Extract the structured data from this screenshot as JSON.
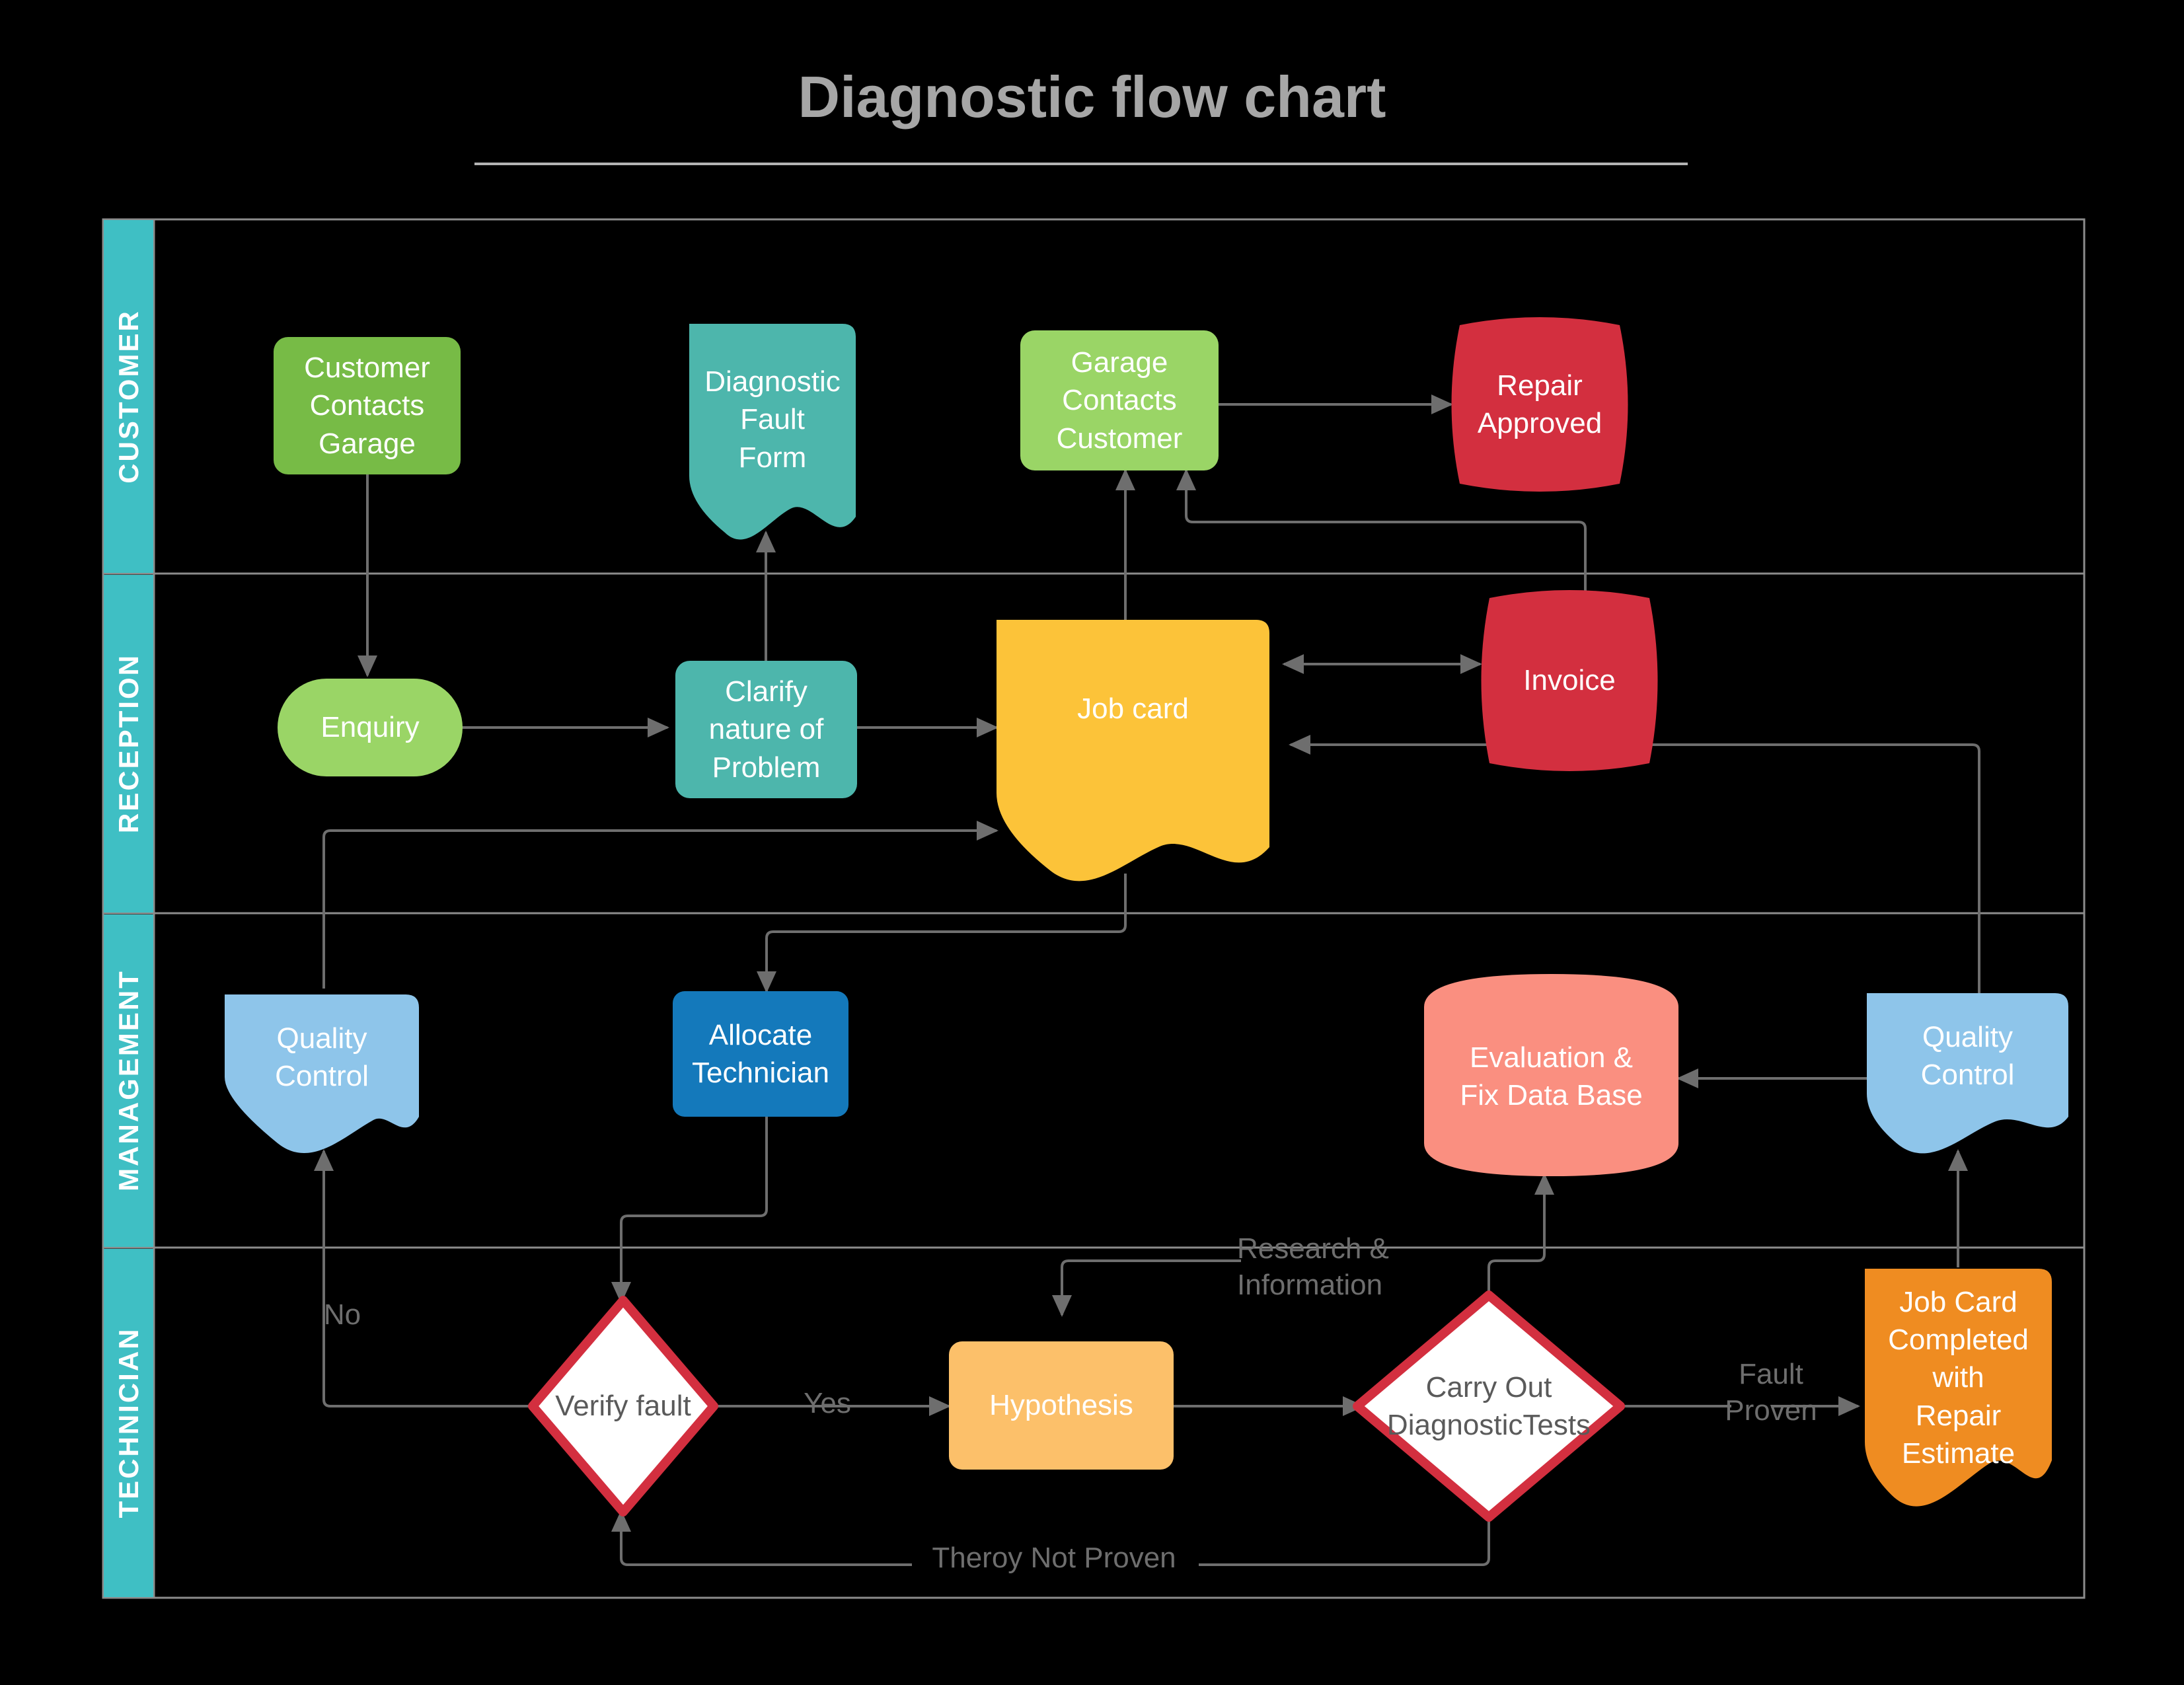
{
  "title": "Diagnostic flow chart",
  "colors": {
    "background": "#000000",
    "title_text": "#a6a6a6",
    "lane_bar": "#3fbfc4",
    "frame_line": "#8c8c8c",
    "connector": "#6e6e6e",
    "green_dark": "#77bb46",
    "green_light": "#9ad566",
    "teal": "#4db6ac",
    "red": "#d32f3f",
    "amber": "#fcc339",
    "blue_light": "#8ec5ea",
    "blue_dark": "#1479bb",
    "salmon": "#fa8f80",
    "orange_light": "#fcc06a",
    "orange": "#ef8c21",
    "diamond_fill": "#ffffff",
    "diamond_border": "#d32f3f",
    "diamond_text": "#5a5a5a"
  },
  "lanes": [
    {
      "id": "customer",
      "label": "CUSTOMER"
    },
    {
      "id": "reception",
      "label": "RECEPTION"
    },
    {
      "id": "management",
      "label": "MANAGEMENT"
    },
    {
      "id": "technician",
      "label": "TECHNICIAN"
    }
  ],
  "nodes": [
    {
      "id": "customer-contacts-garage",
      "label": "Customer\nContacts\nGarage",
      "lane": "customer",
      "shape": "rounded-rect",
      "color": "#77bb46"
    },
    {
      "id": "diagnostic-fault-form",
      "label": "Diagnostic\nFault\nForm",
      "lane": "customer",
      "shape": "document",
      "color": "#4db6ac"
    },
    {
      "id": "garage-contacts-customer",
      "label": "Garage\nContacts\nCustomer",
      "lane": "customer",
      "shape": "rounded-rect",
      "color": "#9ad566"
    },
    {
      "id": "repair-approved",
      "label": "Repair\nApproved",
      "lane": "customer",
      "shape": "barrel",
      "color": "#d32f3f"
    },
    {
      "id": "enquiry",
      "label": "Enquiry",
      "lane": "reception",
      "shape": "pill",
      "color": "#9ad566"
    },
    {
      "id": "clarify-nature-of-problem",
      "label": "Clarify\nnature of\nProblem",
      "lane": "reception",
      "shape": "rounded-rect",
      "color": "#4db6ac"
    },
    {
      "id": "job-card",
      "label": "Job card",
      "lane": "reception",
      "shape": "document",
      "color": "#fcc339"
    },
    {
      "id": "invoice",
      "label": "Invoice",
      "lane": "reception",
      "shape": "barrel",
      "color": "#d32f3f"
    },
    {
      "id": "quality-control-left",
      "label": "Quality\nControl",
      "lane": "management",
      "shape": "document",
      "color": "#8ec5ea"
    },
    {
      "id": "allocate-technician",
      "label": "Allocate\nTechnician",
      "lane": "management",
      "shape": "rounded-rect",
      "color": "#1479bb"
    },
    {
      "id": "evaluation-fix-data-base",
      "label": "Evaluation &\nFix Data Base",
      "lane": "management",
      "shape": "cylinder",
      "color": "#fa8f80"
    },
    {
      "id": "quality-control-right",
      "label": "Quality\nControl",
      "lane": "management",
      "shape": "document",
      "color": "#8ec5ea"
    },
    {
      "id": "verify-fault",
      "label": "Verify fault",
      "lane": "technician",
      "shape": "diamond",
      "color": "#ffffff"
    },
    {
      "id": "hypothesis",
      "label": "Hypothesis",
      "lane": "technician",
      "shape": "rounded-rect",
      "color": "#fcc06a"
    },
    {
      "id": "carry-out-diagnostic-tests",
      "label": "Carry Out\nDiagnosticTests",
      "lane": "technician",
      "shape": "diamond",
      "color": "#ffffff"
    },
    {
      "id": "job-card-completed",
      "label": "Job Card\nCompleted\nwith\nRepair\nEstimate",
      "lane": "technician",
      "shape": "document",
      "color": "#ef8c21"
    }
  ],
  "edge_labels": [
    {
      "id": "no",
      "text": "No"
    },
    {
      "id": "yes",
      "text": "Yes"
    },
    {
      "id": "fault-proven",
      "text": "Fault\nProven"
    },
    {
      "id": "theroy-not-proven",
      "text": "Theroy Not Proven"
    },
    {
      "id": "research-info",
      "text": "Research &\nInformation"
    }
  ],
  "edges": [
    {
      "from": "customer-contacts-garage",
      "to": "enquiry"
    },
    {
      "from": "enquiry",
      "to": "clarify-nature-of-problem"
    },
    {
      "from": "clarify-nature-of-problem",
      "to": "diagnostic-fault-form"
    },
    {
      "from": "clarify-nature-of-problem",
      "to": "job-card"
    },
    {
      "from": "job-card",
      "to": "garage-contacts-customer"
    },
    {
      "from": "garage-contacts-customer",
      "to": "repair-approved"
    },
    {
      "from": "garage-contacts-customer",
      "to": "job-card"
    },
    {
      "from": "job-card",
      "to": "invoice"
    },
    {
      "from": "invoice",
      "to": "job-card"
    },
    {
      "from": "invoice",
      "to": "garage-contacts-customer"
    },
    {
      "from": "job-card",
      "to": "quality-control-left"
    },
    {
      "from": "job-card",
      "to": "allocate-technician"
    },
    {
      "from": "allocate-technician",
      "to": "verify-fault"
    },
    {
      "from": "verify-fault",
      "to": "quality-control-left",
      "label": "No"
    },
    {
      "from": "verify-fault",
      "to": "hypothesis",
      "label": "Yes"
    },
    {
      "from": "hypothesis",
      "to": "carry-out-diagnostic-tests"
    },
    {
      "from": "carry-out-diagnostic-tests",
      "to": "job-card-completed",
      "label": "Fault Proven"
    },
    {
      "from": "carry-out-diagnostic-tests",
      "to": "verify-fault",
      "label": "Theroy Not Proven"
    },
    {
      "from": "carry-out-diagnostic-tests",
      "to": "evaluation-fix-data-base",
      "label": "Research & Information"
    },
    {
      "from": "evaluation-fix-data-base",
      "to": "hypothesis",
      "label": "Research & Information"
    },
    {
      "from": "job-card-completed",
      "to": "quality-control-right"
    },
    {
      "from": "quality-control-right",
      "to": "evaluation-fix-data-base"
    },
    {
      "from": "quality-control-right",
      "to": "job-card"
    }
  ]
}
